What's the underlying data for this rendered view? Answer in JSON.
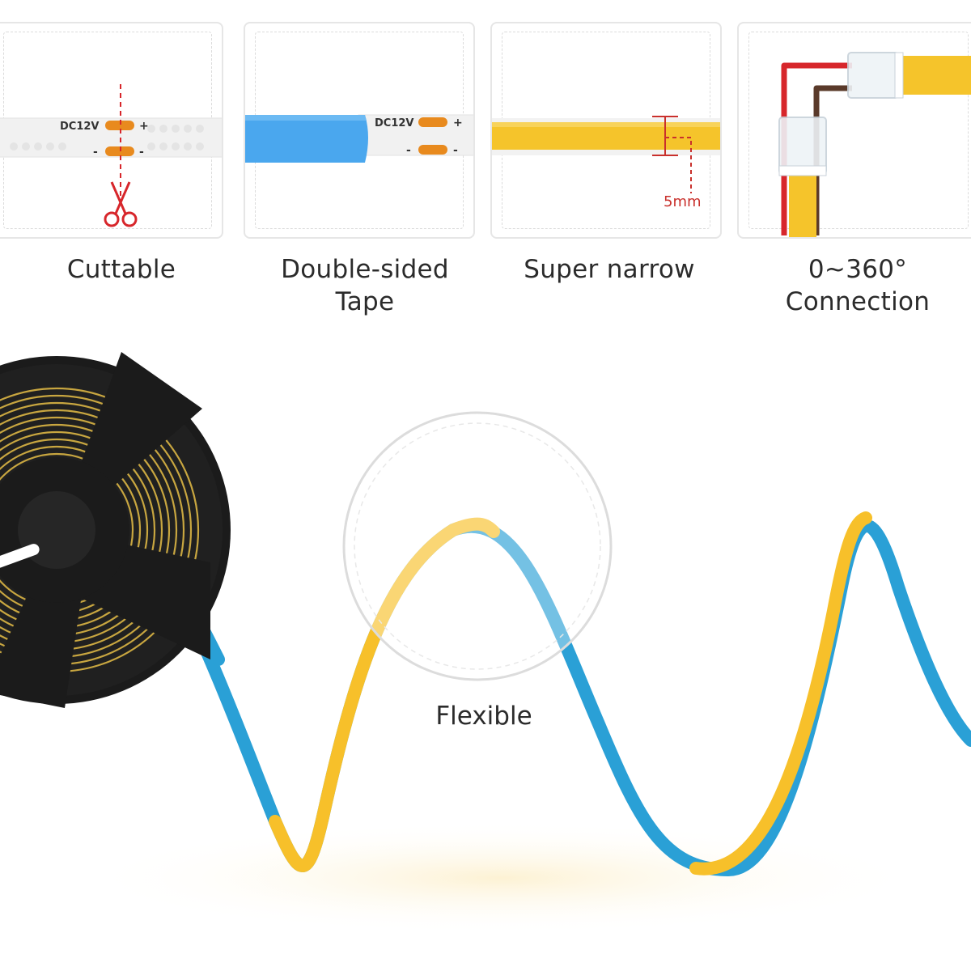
{
  "features": [
    {
      "id": "cuttable",
      "label": "Cuttable",
      "icon": "scissors-icon",
      "voltage": "DC12V",
      "plus": "+",
      "minus": "-"
    },
    {
      "id": "double-sided",
      "label_line1": "Double-sided",
      "label_line2": "Tape",
      "icon": "tape-icon",
      "voltage": "DC12V",
      "plus": "+",
      "minus": "-"
    },
    {
      "id": "super-narrow",
      "label": "Super narrow",
      "icon": "width-measure-icon",
      "width": "5mm"
    },
    {
      "id": "connection",
      "label_line1": "0~360°",
      "label_line2": "Connection",
      "icon": "connector-icon"
    }
  ],
  "hero": {
    "flexible_label": "Flexible"
  },
  "colors": {
    "strip_yellow": "#f7c02a",
    "strip_blue": "#2aa0d6",
    "tape_blue": "#4aa7ee",
    "pad_orange": "#e88a1e",
    "cut_red": "#d7262b",
    "reel_black": "#1b1b1b",
    "panel_border": "#e6e6e6"
  }
}
